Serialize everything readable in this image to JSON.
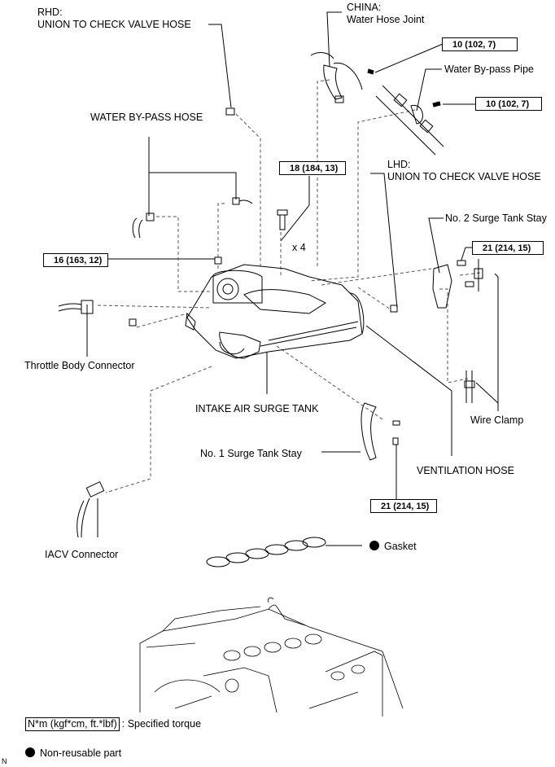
{
  "diagram": {
    "labels": {
      "rhd_union": {
        "line1": "RHD:",
        "line2": "UNION TO CHECK VALVE HOSE"
      },
      "china_joint": {
        "line1": "CHINA:",
        "line2": "Water Hose Joint"
      },
      "water_bypass_pipe": "Water By-pass Pipe",
      "water_bypass_hose": "WATER BY-PASS HOSE",
      "lhd_union": {
        "line1": "LHD:",
        "line2": "UNION TO CHECK VALVE HOSE"
      },
      "no2_stay": "No. 2 Surge Tank Stay",
      "bolt_count": "x 4",
      "throttle_connector": "Throttle Body Connector",
      "intake_surge_tank": "INTAKE AIR SURGE TANK",
      "no1_stay": "No. 1 Surge Tank Stay",
      "wire_clamp": "Wire Clamp",
      "ventilation_hose": "VENTILATION HOSE",
      "iacv_connector": "IACV Connector",
      "gasket": "Gasket"
    },
    "torques": {
      "joint_bolt": "10 (102, 7)",
      "pipe_bolt": "10 (102, 7)",
      "tank_bolts": "18 (184, 13)",
      "throttle_nut": "16 (163, 12)",
      "no2_stay_bolt": "21 (214, 15)",
      "no1_stay_bolt": "21 (214, 15)"
    },
    "legend": {
      "torque_unit": "N*m (kgf*cm, ft.*lbf)",
      "torque_desc": ": Specified torque",
      "nonreusable": "Non-reusable part"
    },
    "corner_mark": "N"
  }
}
